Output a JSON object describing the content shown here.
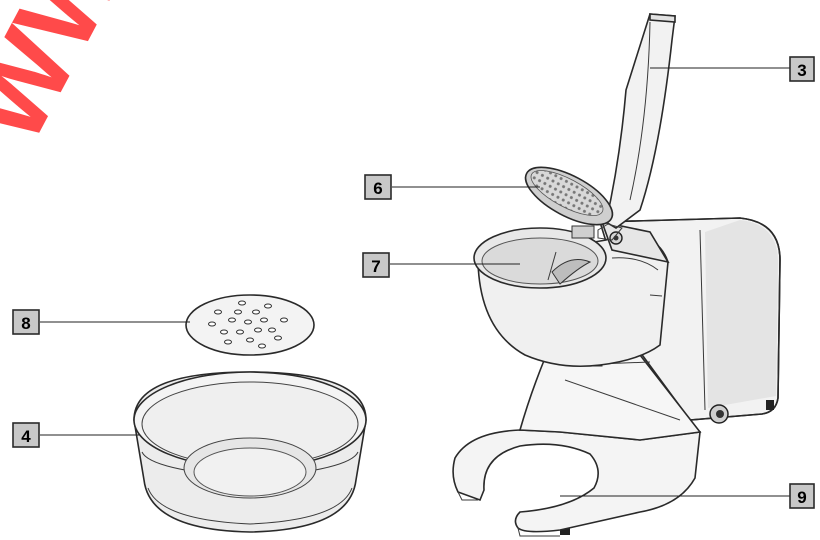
{
  "labels": {
    "handle": "3",
    "pressure_plate": "6",
    "blade_chamber": "7",
    "shaving_disc": "8",
    "collecting_bowl": "4",
    "base_cutout": "9"
  },
  "watermark_text": "WWW",
  "colors": {
    "label_box": "#c8c8c8",
    "watermark": "#ff2a2a",
    "part_fill": "#f0f0f0",
    "part_shade": "#d9d9d9",
    "outline": "#2a2a2a"
  }
}
